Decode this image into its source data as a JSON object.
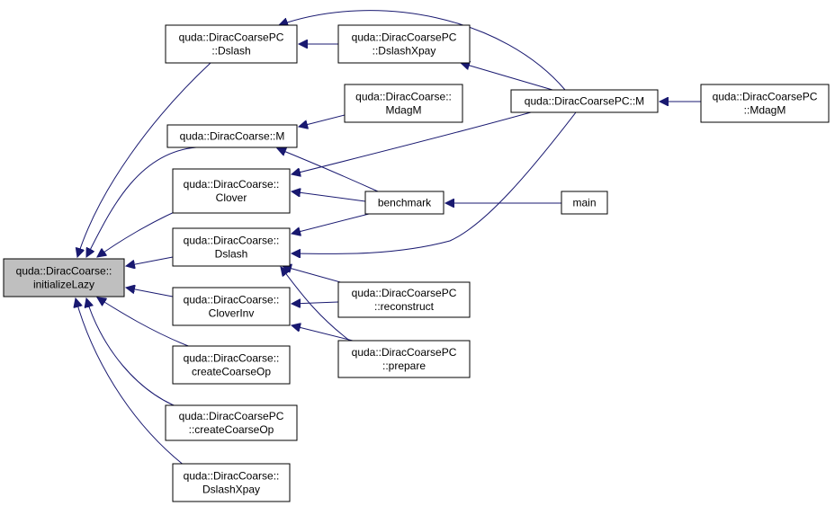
{
  "diagram": {
    "nodes": [
      {
        "id": "initializeLazy",
        "lines": [
          "quda::DiracCoarse::",
          "initializeLazy"
        ],
        "root": true
      },
      {
        "id": "pcDslash",
        "lines": [
          "quda::DiracCoarsePC",
          "::Dslash"
        ]
      },
      {
        "id": "pcDslashXpay",
        "lines": [
          "quda::DiracCoarsePC",
          "::DslashXpay"
        ]
      },
      {
        "id": "cMdagM",
        "lines": [
          "quda::DiracCoarse::",
          "MdagM"
        ]
      },
      {
        "id": "pcM",
        "lines": [
          "quda::DiracCoarsePC::M"
        ]
      },
      {
        "id": "pcMdagM",
        "lines": [
          "quda::DiracCoarsePC",
          "::MdagM"
        ]
      },
      {
        "id": "cM",
        "lines": [
          "quda::DiracCoarse::M"
        ]
      },
      {
        "id": "cClover",
        "lines": [
          "quda::DiracCoarse::",
          "Clover"
        ]
      },
      {
        "id": "benchmark",
        "lines": [
          "benchmark"
        ]
      },
      {
        "id": "main",
        "lines": [
          "main"
        ]
      },
      {
        "id": "cDslash",
        "lines": [
          "quda::DiracCoarse::",
          "Dslash"
        ]
      },
      {
        "id": "cCloverInv",
        "lines": [
          "quda::DiracCoarse::",
          "CloverInv"
        ]
      },
      {
        "id": "pcReconstruct",
        "lines": [
          "quda::DiracCoarsePC",
          "::reconstruct"
        ]
      },
      {
        "id": "pcPrepare",
        "lines": [
          "quda::DiracCoarsePC",
          "::prepare"
        ]
      },
      {
        "id": "cCreateCoarseOp",
        "lines": [
          "quda::DiracCoarse::",
          "createCoarseOp"
        ]
      },
      {
        "id": "pcCreateCoarseOp",
        "lines": [
          "quda::DiracCoarsePC",
          "::createCoarseOp"
        ]
      },
      {
        "id": "cDslashXpay",
        "lines": [
          "quda::DiracCoarse::",
          "DslashXpay"
        ]
      }
    ],
    "edges": [
      {
        "from": "pcDslash",
        "to": "initializeLazy"
      },
      {
        "from": "cM",
        "to": "initializeLazy"
      },
      {
        "from": "cClover",
        "to": "initializeLazy"
      },
      {
        "from": "cDslash",
        "to": "initializeLazy"
      },
      {
        "from": "cCloverInv",
        "to": "initializeLazy"
      },
      {
        "from": "cCreateCoarseOp",
        "to": "initializeLazy"
      },
      {
        "from": "pcCreateCoarseOp",
        "to": "initializeLazy"
      },
      {
        "from": "cDslashXpay",
        "to": "initializeLazy"
      },
      {
        "from": "pcDslashXpay",
        "to": "pcDslash"
      },
      {
        "from": "pcM",
        "to": "pcDslash"
      },
      {
        "from": "pcM",
        "to": "pcDslashXpay"
      },
      {
        "from": "cMdagM",
        "to": "cM"
      },
      {
        "from": "benchmark",
        "to": "cM"
      },
      {
        "from": "pcM",
        "to": "cClover"
      },
      {
        "from": "benchmark",
        "to": "cClover"
      },
      {
        "from": "benchmark",
        "to": "cDslash"
      },
      {
        "from": "pcM",
        "to": "cDslash"
      },
      {
        "from": "pcReconstruct",
        "to": "cDslash"
      },
      {
        "from": "pcPrepare",
        "to": "cDslash"
      },
      {
        "from": "pcReconstruct",
        "to": "cCloverInv"
      },
      {
        "from": "pcPrepare",
        "to": "cCloverInv"
      },
      {
        "from": "pcMdagM",
        "to": "pcM"
      },
      {
        "from": "main",
        "to": "benchmark"
      }
    ]
  }
}
